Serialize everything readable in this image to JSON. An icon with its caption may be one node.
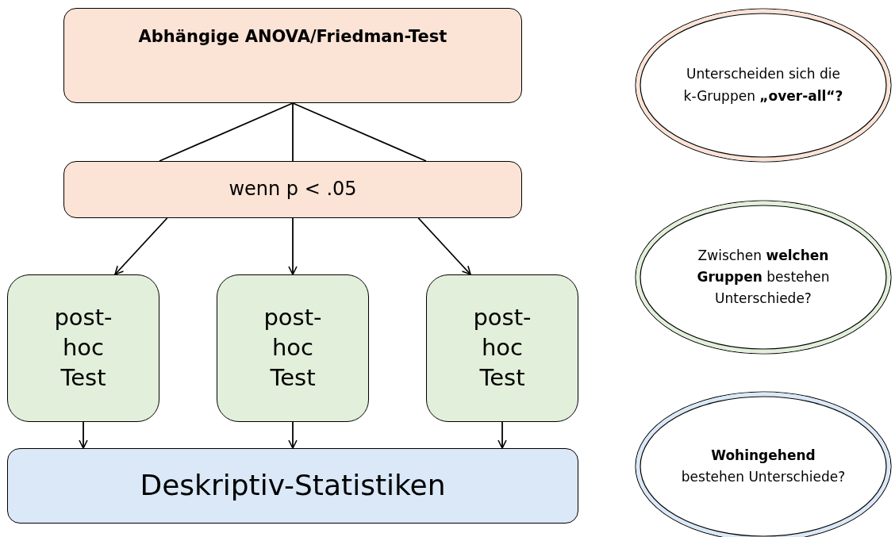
{
  "diagram": {
    "nodes": [
      {
        "text": [
          "Abhängige ANOVA/Friedman-Test"
        ]
      },
      {
        "text": [
          "wenn p < .05"
        ]
      },
      {
        "text": [
          "post- hoc Test"
        ]
      },
      {
        "text": [
          "post- hoc Test"
        ]
      },
      {
        "text": [
          "post- hoc Test"
        ]
      },
      {
        "text": [
          "Deskriptiv-Statistiken"
        ]
      },
      {
        "text": [
          "Unterscheiden sich die k-Gruppen **„over-all“?**"
        ]
      },
      {
        "text": [
          "Zwischen **welchen Gruppen** bestehen Unterschiede?"
        ]
      },
      {
        "text": [
          "**Wohingehend** bestehen Unterschiede?"
        ]
      }
    ],
    "edges": [
      {
        "from": 0,
        "to": 1,
        "arrow": "none"
      },
      {
        "from": 0,
        "to": 1,
        "arrow": "none"
      },
      {
        "from": 0,
        "to": 1,
        "arrow": "none"
      },
      {
        "from": 1,
        "to": 2,
        "arrow": "to"
      },
      {
        "from": 1,
        "to": 3,
        "arrow": "to"
      },
      {
        "from": 1,
        "to": 4,
        "arrow": "to"
      },
      {
        "from": 2,
        "to": 5,
        "arrow": "to"
      },
      {
        "from": 3,
        "to": 5,
        "arrow": "to"
      },
      {
        "from": 4,
        "to": 5,
        "arrow": "to"
      }
    ]
  }
}
